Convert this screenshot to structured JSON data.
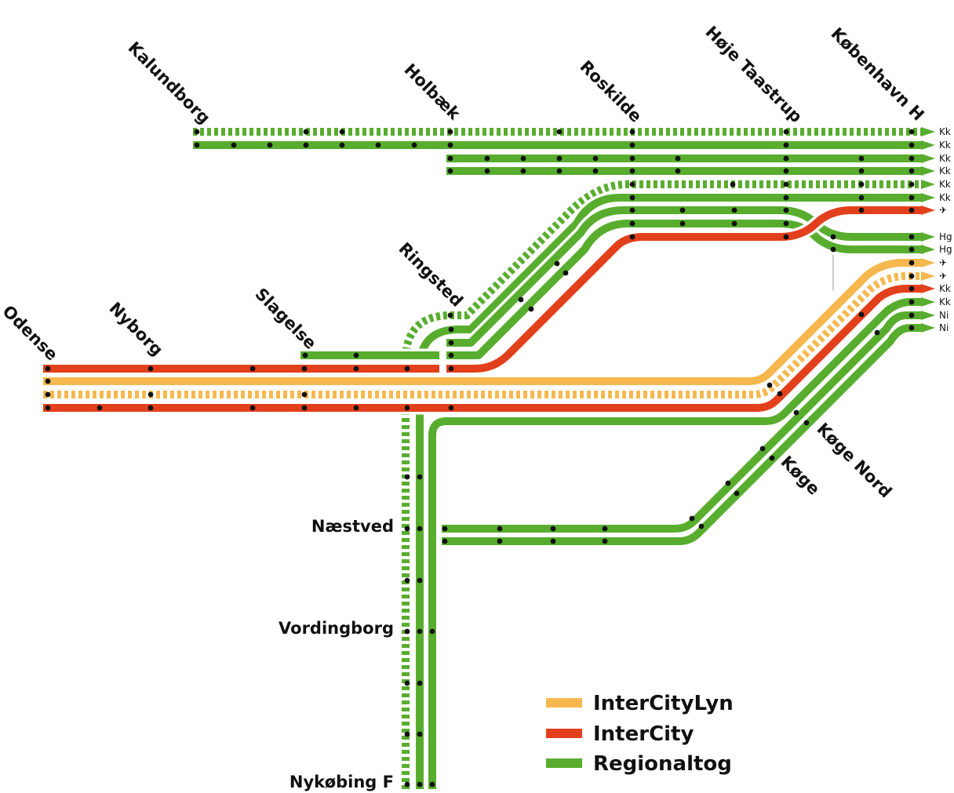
{
  "colors": {
    "intercitylyn": "#f6b84e",
    "intercity": "#e2401c",
    "regionaltog": "#58ad2e",
    "dot": "#111111",
    "background": "#ffffff"
  },
  "stations": {
    "kalundborg": "Kalundborg",
    "holbaek": "Holbæk",
    "roskilde": "Roskilde",
    "hoje_taastrup": "Høje Taastrup",
    "kobenhavn_h": "København H",
    "ringsted": "Ringsted",
    "slagelse": "Slagelse",
    "nyborg": "Nyborg",
    "odense": "Odense",
    "naestved": "Næstved",
    "vordingborg": "Vordingborg",
    "nykobing_f": "Nykøbing F",
    "koge": "Køge",
    "koge_nord": "Køge Nord"
  },
  "destinations": [
    "Kk",
    "Kk",
    "Kk",
    "Kk",
    "Kk",
    "Kk",
    "✈",
    "Hg",
    "Hg",
    "✈",
    "✈",
    "Kk",
    "Kk",
    "Ni",
    "Ni"
  ],
  "legend": [
    {
      "label": "InterCityLyn",
      "color_key": "intercitylyn"
    },
    {
      "label": "InterCity",
      "color_key": "intercity"
    },
    {
      "label": "Regionaltog",
      "color_key": "regionaltog"
    }
  ]
}
